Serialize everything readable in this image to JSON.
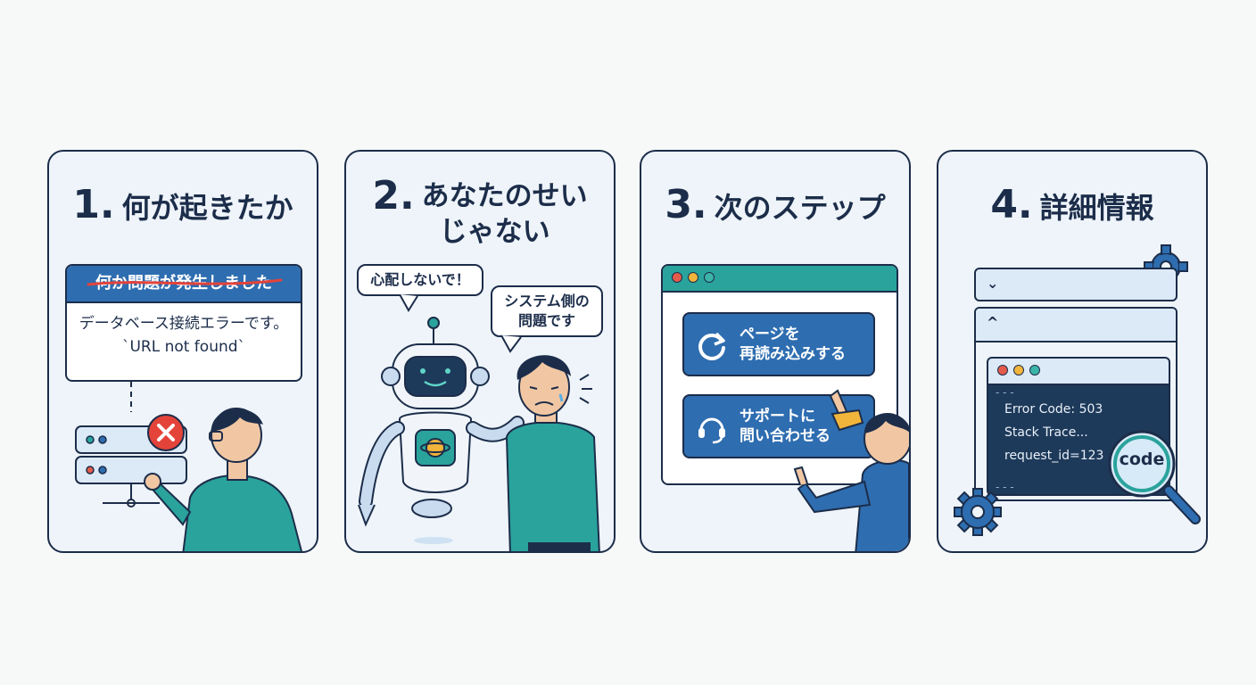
{
  "panels": [
    {
      "number": "1.",
      "title": "何が起きたか",
      "error_header": "何か問題が発生しました",
      "error_line1": "データベース接続エラーです。",
      "error_line2": "`URL not found`"
    },
    {
      "number": "2.",
      "title_line1": "あなたのせい",
      "title_line2": "じゃない",
      "bubble_left": "心配しないで！",
      "bubble_right_line1": "システム側の",
      "bubble_right_line2": "問題です"
    },
    {
      "number": "3.",
      "title": "次のステップ",
      "button1_line1": "ページを",
      "button1_line2": "再読み込みする",
      "button2_line1": "サポートに",
      "button2_line2": "問い合わせる"
    },
    {
      "number": "4.",
      "title": "詳細情報",
      "code_line1": "Error Code: 503",
      "code_line2": "Stack Trace...",
      "code_line3": "request_id=123",
      "magnifier_label": "code",
      "dashes": "- - -"
    }
  ],
  "icons": [
    "x-circle-icon",
    "reload-icon",
    "headset-icon",
    "gear-icon",
    "magnifier-icon",
    "chevron-down-icon",
    "chevron-up-icon"
  ],
  "colors": {
    "navy": "#1c2d4a",
    "blue": "#2e6db0",
    "teal": "#2aa39c",
    "red": "#e4433a",
    "panel_bg": "#eef4f9"
  }
}
